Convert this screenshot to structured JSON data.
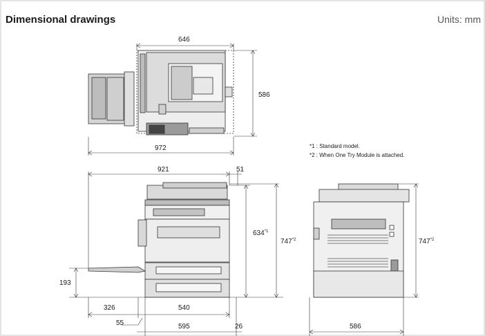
{
  "header": {
    "title": "Dimensional drawings",
    "units": "Units: mm"
  },
  "notes": {
    "n1": "*1 : Standard model.",
    "n2": "*2 : When One Try Module is attached."
  },
  "top_view": {
    "width": "646",
    "depth": "586",
    "total": "972"
  },
  "front_view": {
    "overall": "921",
    "right_offset": "51",
    "height_std": "634",
    "height_std_mark": "*1",
    "height_opt": "747",
    "height_opt_mark": "*2",
    "tray_height": "193",
    "tray_ext": "326",
    "base_width": "540",
    "left_gap": "55",
    "full_width": "595",
    "right_gap": "26"
  },
  "side_view": {
    "height": "747",
    "height_mark": "*2",
    "depth": "586"
  }
}
